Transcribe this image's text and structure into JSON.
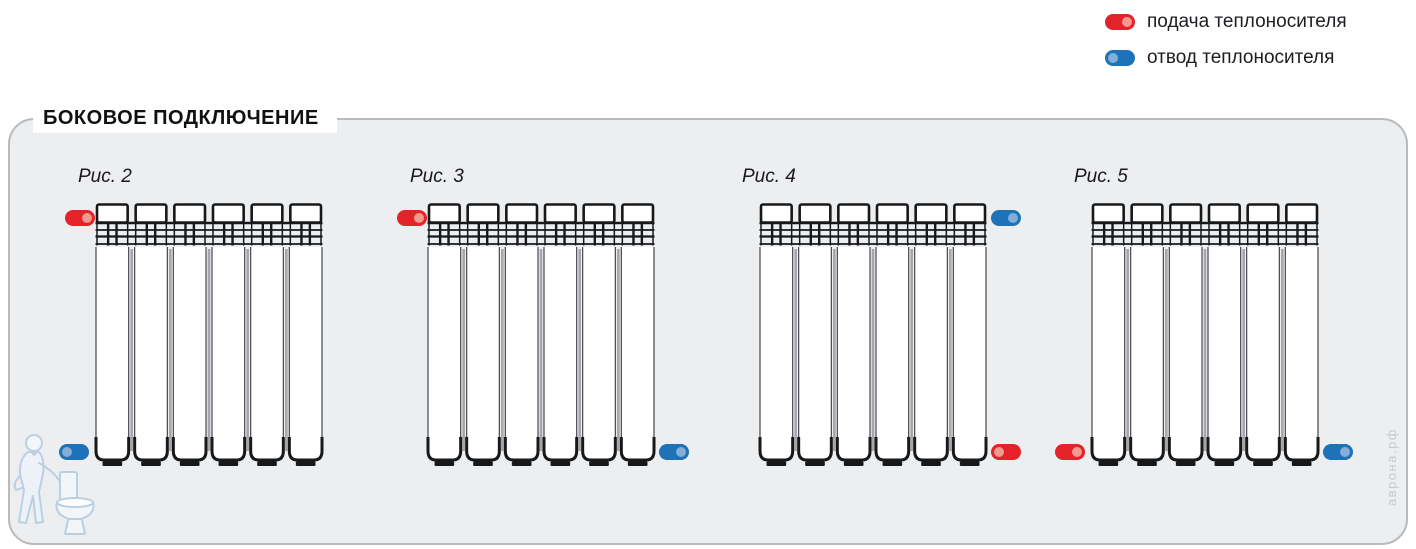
{
  "legend": {
    "items": [
      {
        "label": "подача теплоносителя",
        "type": "supply",
        "color": "#e3222a",
        "highlight": "right"
      },
      {
        "label": "отвод теплоносителя",
        "type": "return",
        "color": "#1e72b8",
        "highlight": "left"
      }
    ]
  },
  "panel": {
    "title": "БОКОВОЕ ПОДКЛЮЧЕНИЕ"
  },
  "figures": [
    {
      "label": "Рис. 2",
      "sections": 6,
      "supply": {
        "position": "top-left",
        "highlight": "right"
      },
      "return": {
        "position": "bottom-left",
        "highlight": "left"
      }
    },
    {
      "label": "Рис. 3",
      "sections": 6,
      "supply": {
        "position": "top-left",
        "highlight": "right"
      },
      "return": {
        "position": "bottom-right",
        "highlight": "right"
      }
    },
    {
      "label": "Рис. 4",
      "sections": 6,
      "supply": {
        "position": "bottom-right",
        "highlight": "left"
      },
      "return": {
        "position": "top-right",
        "highlight": "right"
      }
    },
    {
      "label": "Рис. 5",
      "sections": 6,
      "supply": {
        "position": "bottom-left",
        "highlight": "right"
      },
      "return": {
        "position": "bottom-right",
        "highlight": "right"
      }
    }
  ],
  "watermark": {
    "text": "аврона.рф"
  },
  "colors": {
    "supply": "#e3222a",
    "return": "#1e72b8",
    "panel_bg": "#edeef0",
    "panel_border": "#b8babc"
  }
}
